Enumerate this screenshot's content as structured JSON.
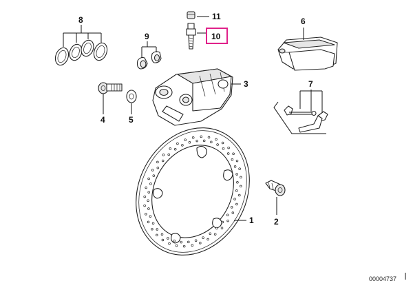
{
  "diagram": {
    "callouts": {
      "c1": "1",
      "c2": "2",
      "c3": "3",
      "c4": "4",
      "c5": "5",
      "c6": "6",
      "c7": "7",
      "c8": "8",
      "c9": "9",
      "c10": "10",
      "c11": "11"
    },
    "highlight_color": "#e0218a",
    "drawing_number": "00004737"
  }
}
